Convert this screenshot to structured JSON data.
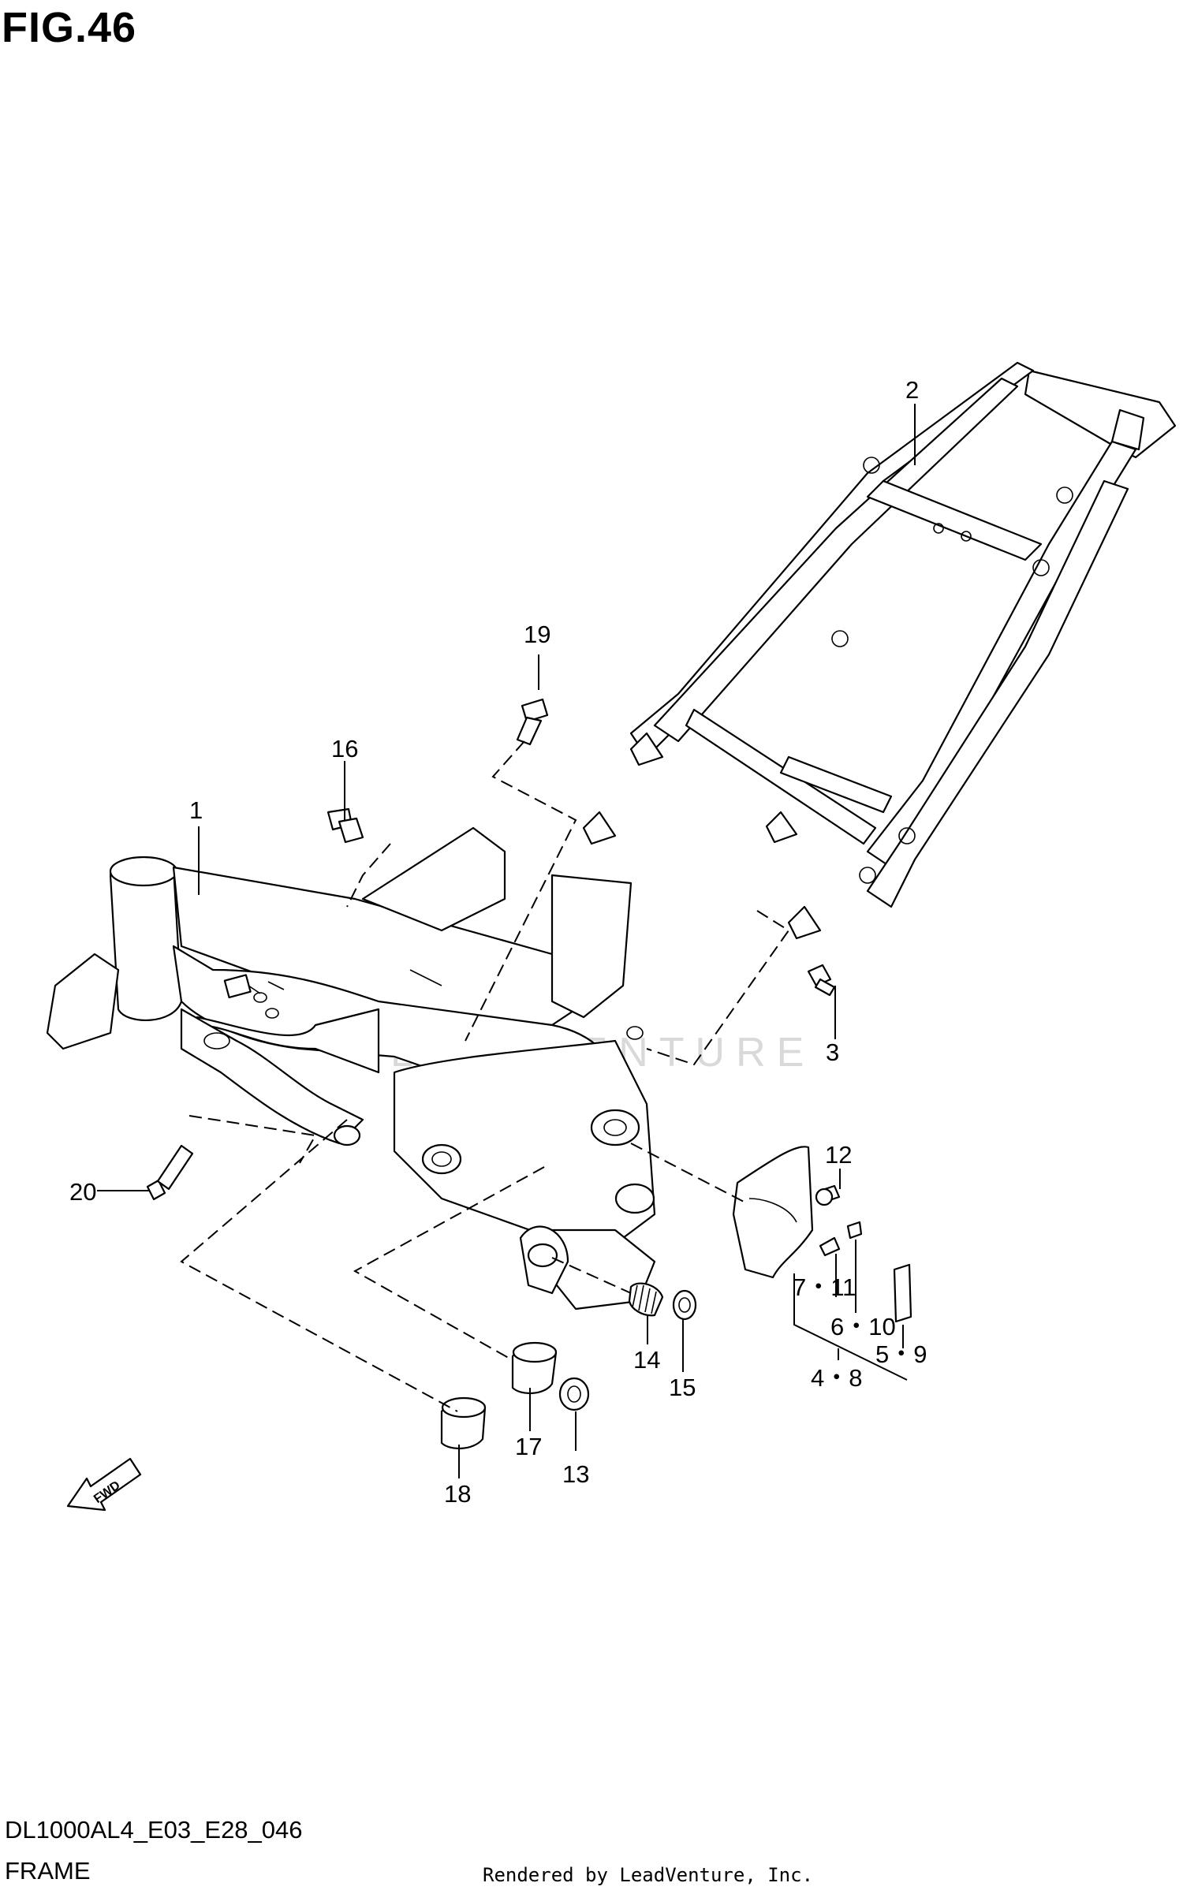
{
  "figure": {
    "title": "FIG.46"
  },
  "watermark": "LEADVENTURE",
  "fwd_label": "FWD",
  "callouts": {
    "c1": "1",
    "c2": "2",
    "c3": "3",
    "c12": "12",
    "c13": "13",
    "c14": "14",
    "c15": "15",
    "c16": "16",
    "c17": "17",
    "c18": "18",
    "c19": "19",
    "c20": "20",
    "c7_11": "7・11",
    "c6_10": "6・10",
    "c5_9": "5・9",
    "c4_8": "4・8"
  },
  "footer": {
    "model_code": "DL1000AL4_E03_E28_046",
    "section": "FRAME",
    "credit": "Rendered by LeadVenture, Inc."
  }
}
